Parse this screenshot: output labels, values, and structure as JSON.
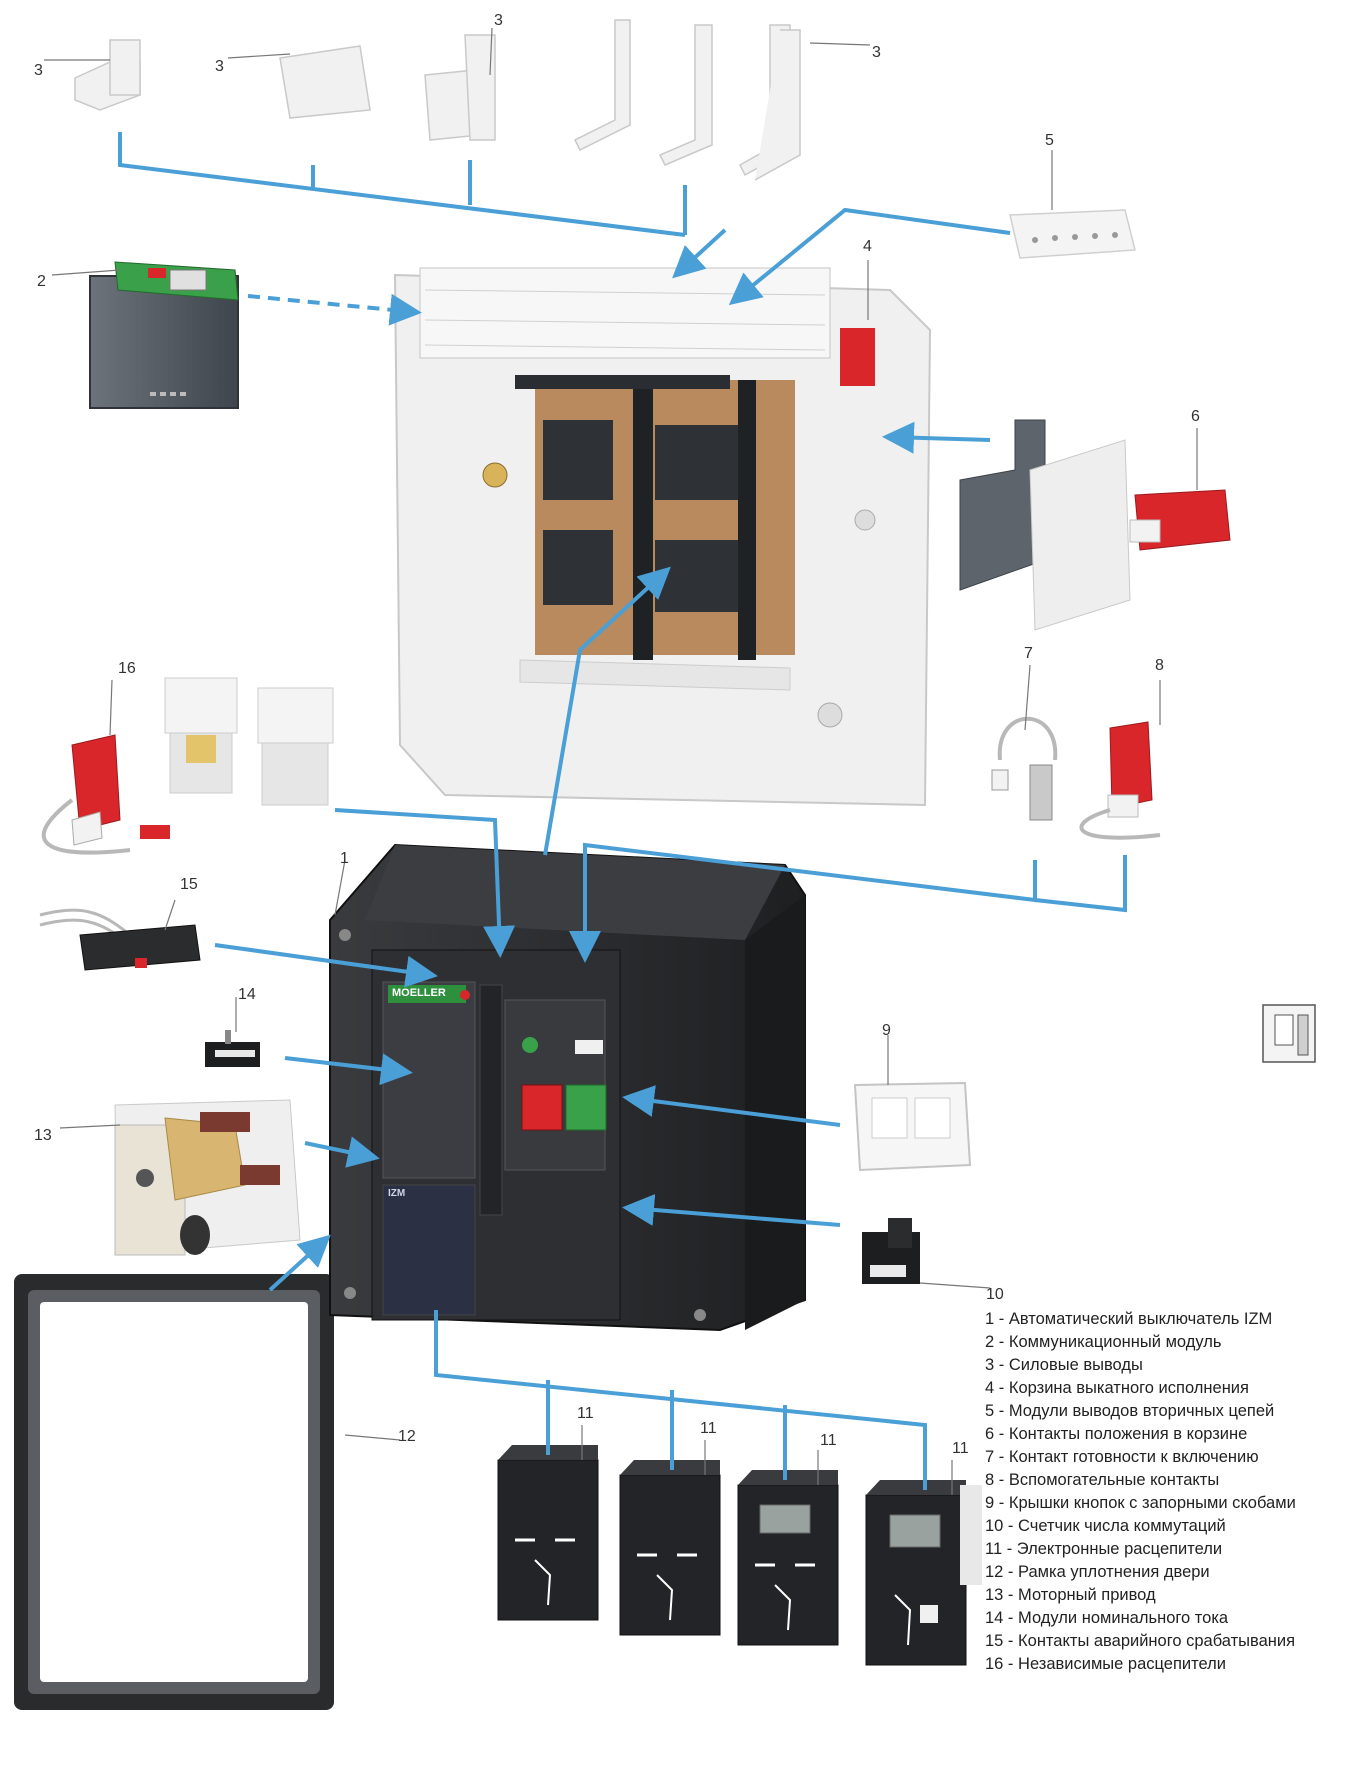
{
  "callouts": {
    "c1": "1",
    "c2": "2",
    "c3a": "3",
    "c3b": "3",
    "c3c": "3",
    "c3d": "3",
    "c4": "4",
    "c5": "5",
    "c6": "6",
    "c7": "7",
    "c8": "8",
    "c9": "9",
    "c10": "10",
    "c11a": "11",
    "c11b": "11",
    "c11c": "11",
    "c11d": "11",
    "c12": "12",
    "c13": "13",
    "c14": "14",
    "c15": "15",
    "c16": "16"
  },
  "breaker": {
    "brand": "MOELLER",
    "model": "IZM"
  },
  "legend": [
    {
      "num": "1 - ",
      "text": "Автоматический выключатель IZM"
    },
    {
      "num": "2 - ",
      "text": "Коммуникационный модуль"
    },
    {
      "num": "3 - ",
      "text": "Силовые выводы"
    },
    {
      "num": "4 - ",
      "text": "Корзина выкатного исполнения"
    },
    {
      "num": "5 - ",
      "text": "Модули выводов вторичных цепей"
    },
    {
      "num": "6 - ",
      "text": "Контакты положения в корзине"
    },
    {
      "num": "7 - ",
      "text": "Контакт готовности к включению"
    },
    {
      "num": "8 - ",
      "text": "Вспомогательные контакты"
    },
    {
      "num": "9 - ",
      "text": "Крышки кнопок с запорными скобами"
    },
    {
      "num": "10 - ",
      "text": "Счетчик числа коммутаций"
    },
    {
      "num": "11 - ",
      "text": "Электронные расцепители"
    },
    {
      "num": "12 - ",
      "text": "Рамка уплотнения двери"
    },
    {
      "num": "13 - ",
      "text": "Моторный привод"
    },
    {
      "num": "14 - ",
      "text": "Модули номинального тока"
    },
    {
      "num": "15 - ",
      "text": "Контакты аварийного срабатывания"
    },
    {
      "num": "16 - ",
      "text": "Независимые расцепители"
    }
  ],
  "colors": {
    "connector": "#4a9fd6",
    "breaker_body": "#2b2c2e",
    "accessory_red": "#d8262a",
    "cradle_back": "#b88a5e"
  }
}
